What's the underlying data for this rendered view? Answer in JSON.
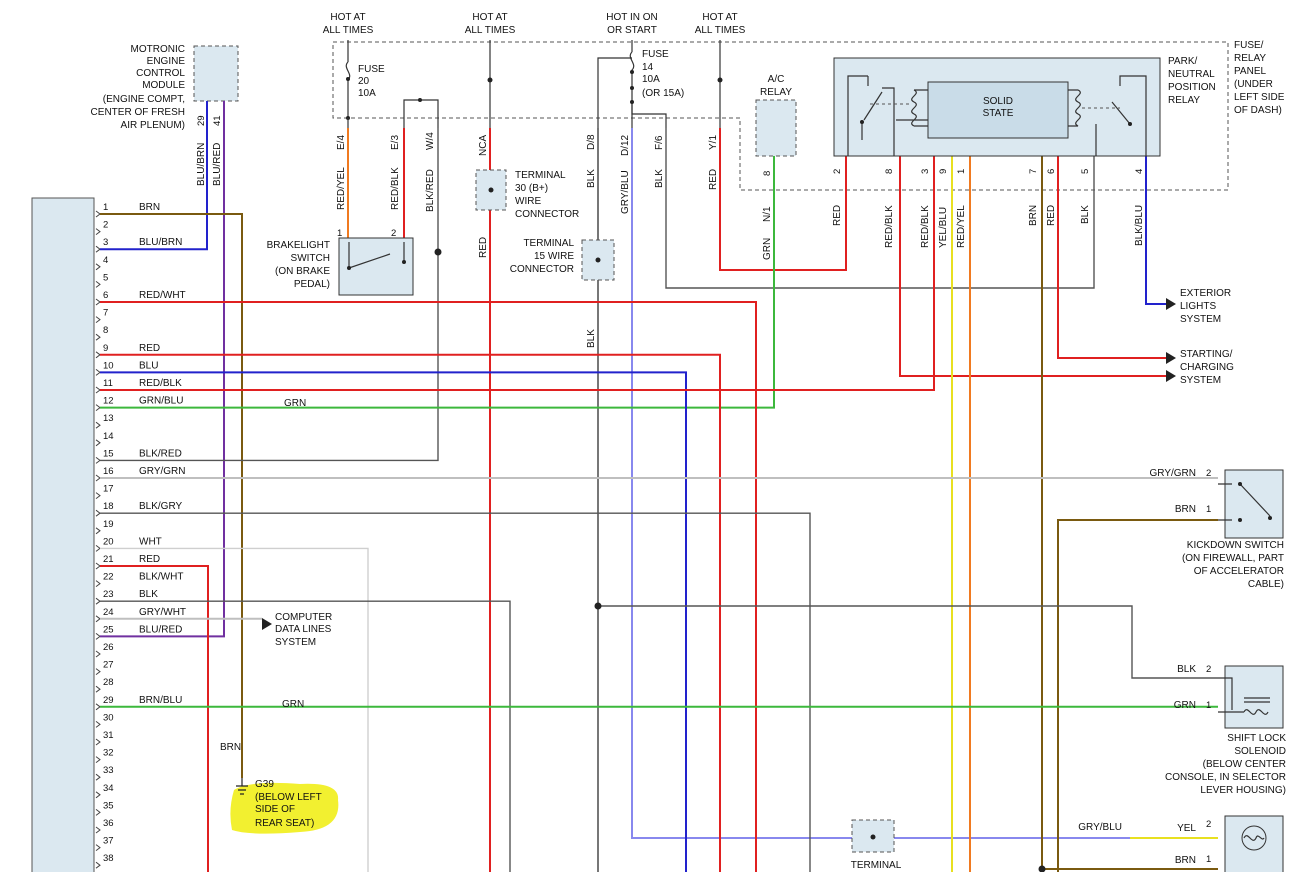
{
  "colors": {
    "brn": "#7a5a10",
    "blu": "#2222cc",
    "red": "#e02020",
    "grn": "#3cb83c",
    "blk": "#555555",
    "gry": "#bfbfbf",
    "yel": "#e8e020",
    "org": "#f07a20",
    "purple": "#7030a0",
    "lightblu": "#8888ee",
    "highlight": "#f2f030"
  },
  "supply": [
    {
      "label1": "HOT AT",
      "label2": "ALL TIMES"
    },
    {
      "label1": "HOT AT",
      "label2": "ALL TIMES"
    },
    {
      "label1": "HOT IN ON",
      "label2": "OR START"
    },
    {
      "label1": "HOT AT",
      "label2": "ALL TIMES"
    }
  ],
  "fuse_panel": {
    "lines": [
      "FUSE/",
      "RELAY",
      "PANEL",
      "(UNDER",
      "LEFT SIDE",
      "OF DASH)"
    ]
  },
  "fuse20": {
    "lines": [
      "FUSE",
      "20",
      "10A"
    ]
  },
  "fuse14": {
    "lines": [
      "FUSE",
      "14",
      "10A",
      "(OR 15A)"
    ]
  },
  "panel_pins": [
    "E/4",
    "E/3",
    "W/4",
    "NCA",
    "D/8",
    "D/12",
    "F/6",
    "Y/1"
  ],
  "ecm": {
    "lines": [
      "MOTRONIC",
      "ENGINE",
      "CONTROL",
      "MODULE",
      "(ENGINE COMPT,",
      "CENTER OF FRESH",
      "AIR PLENUM)"
    ],
    "pin_a": "29",
    "pin_b": "41",
    "wire_a": "BLU/BRN",
    "wire_b": "BLU/RED"
  },
  "tcm_pins": [
    {
      "n": "1",
      "w": "BRN"
    },
    {
      "n": "2",
      "w": ""
    },
    {
      "n": "3",
      "w": "BLU/BRN"
    },
    {
      "n": "4",
      "w": ""
    },
    {
      "n": "5",
      "w": ""
    },
    {
      "n": "6",
      "w": "RED/WHT"
    },
    {
      "n": "7",
      "w": ""
    },
    {
      "n": "8",
      "w": ""
    },
    {
      "n": "9",
      "w": "RED"
    },
    {
      "n": "10",
      "w": "BLU"
    },
    {
      "n": "11",
      "w": "RED/BLK"
    },
    {
      "n": "12",
      "w": "GRN/BLU"
    },
    {
      "n": "13",
      "w": ""
    },
    {
      "n": "14",
      "w": ""
    },
    {
      "n": "15",
      "w": "BLK/RED"
    },
    {
      "n": "16",
      "w": "GRY/GRN"
    },
    {
      "n": "17",
      "w": ""
    },
    {
      "n": "18",
      "w": "BLK/GRY"
    },
    {
      "n": "19",
      "w": ""
    },
    {
      "n": "20",
      "w": "WHT"
    },
    {
      "n": "21",
      "w": "RED"
    },
    {
      "n": "22",
      "w": "BLK/WHT"
    },
    {
      "n": "23",
      "w": "BLK"
    },
    {
      "n": "24",
      "w": "GRY/WHT"
    },
    {
      "n": "25",
      "w": "BLU/RED"
    },
    {
      "n": "26",
      "w": ""
    },
    {
      "n": "27",
      "w": ""
    },
    {
      "n": "28",
      "w": ""
    },
    {
      "n": "29",
      "w": "BRN/BLU"
    },
    {
      "n": "30",
      "w": ""
    },
    {
      "n": "31",
      "w": ""
    },
    {
      "n": "32",
      "w": ""
    },
    {
      "n": "33",
      "w": ""
    },
    {
      "n": "34",
      "w": ""
    },
    {
      "n": "35",
      "w": ""
    },
    {
      "n": "36",
      "w": ""
    },
    {
      "n": "37",
      "w": ""
    },
    {
      "n": "38",
      "w": ""
    }
  ],
  "brakelight": {
    "lines": [
      "BRAKELIGHT",
      "SWITCH",
      "(ON BRAKE",
      "PEDAL)"
    ],
    "pin1": "1",
    "pin2": "2"
  },
  "terminal30": {
    "lines": [
      "TERMINAL",
      "30 (B+)",
      "WIRE",
      "CONNECTOR"
    ]
  },
  "terminal15": {
    "lines": [
      "TERMINAL",
      "15 WIRE",
      "CONNECTOR"
    ]
  },
  "terminal_bottom": "TERMINAL",
  "ac_relay": {
    "lines": [
      "A/C",
      "RELAY"
    ],
    "pin": "8",
    "pin_label": "N/1"
  },
  "pnp_relay": {
    "lines": [
      "PARK/",
      "NEUTRAL",
      "POSITION",
      "RELAY"
    ],
    "center1": "SOLID",
    "center2": "STATE"
  },
  "pnp_pins": [
    "2",
    "8",
    "3",
    "9",
    "1",
    "7",
    "6",
    "5",
    "4"
  ],
  "vert_wires": [
    "RED/YEL",
    "RED/BLK",
    "BLK/RED",
    "RED",
    "BLK",
    "GRY/BLU",
    "BLK",
    "RED",
    "GRN",
    "BLK",
    "RED",
    "RED/BLK",
    "RED/BLK",
    "YEL/BLU",
    "RED/YEL",
    "BRN",
    "RED",
    "BLK",
    "BLK/BLU"
  ],
  "exterior": {
    "lines": [
      "EXTERIOR",
      "LIGHTS",
      "SYSTEM"
    ]
  },
  "starting": {
    "lines": [
      "STARTING/",
      "CHARGING",
      "SYSTEM"
    ]
  },
  "computer": {
    "lines": [
      "COMPUTER",
      "DATA LINES",
      "SYSTEM"
    ]
  },
  "kickdown": {
    "lines": [
      "KICKDOWN SWITCH",
      "(ON FIREWALL, PART",
      "OF ACCELERATOR",
      "CABLE)"
    ],
    "w2": "GRY/GRN",
    "w1": "BRN",
    "p2": "2",
    "p1": "1"
  },
  "shiftlock": {
    "lines": [
      "SHIFT LOCK",
      "SOLENOID",
      "(BELOW CENTER",
      "CONSOLE, IN SELECTOR",
      "LEVER HOUSING)"
    ],
    "w2": "BLK",
    "w1": "GRN",
    "p2": "2",
    "p1": "1"
  },
  "bottom_comp": {
    "w2": "YEL",
    "w1": "BRN",
    "p2": "2",
    "p1": "1",
    "gryblu": "GRY/BLU"
  },
  "ground": {
    "id": "G39",
    "lines": [
      "(BELOW LEFT",
      "SIDE OF",
      "REAR SEAT)"
    ],
    "wire": "BRN"
  },
  "grn_label_12": "GRN",
  "grn_label_29": "GRN"
}
